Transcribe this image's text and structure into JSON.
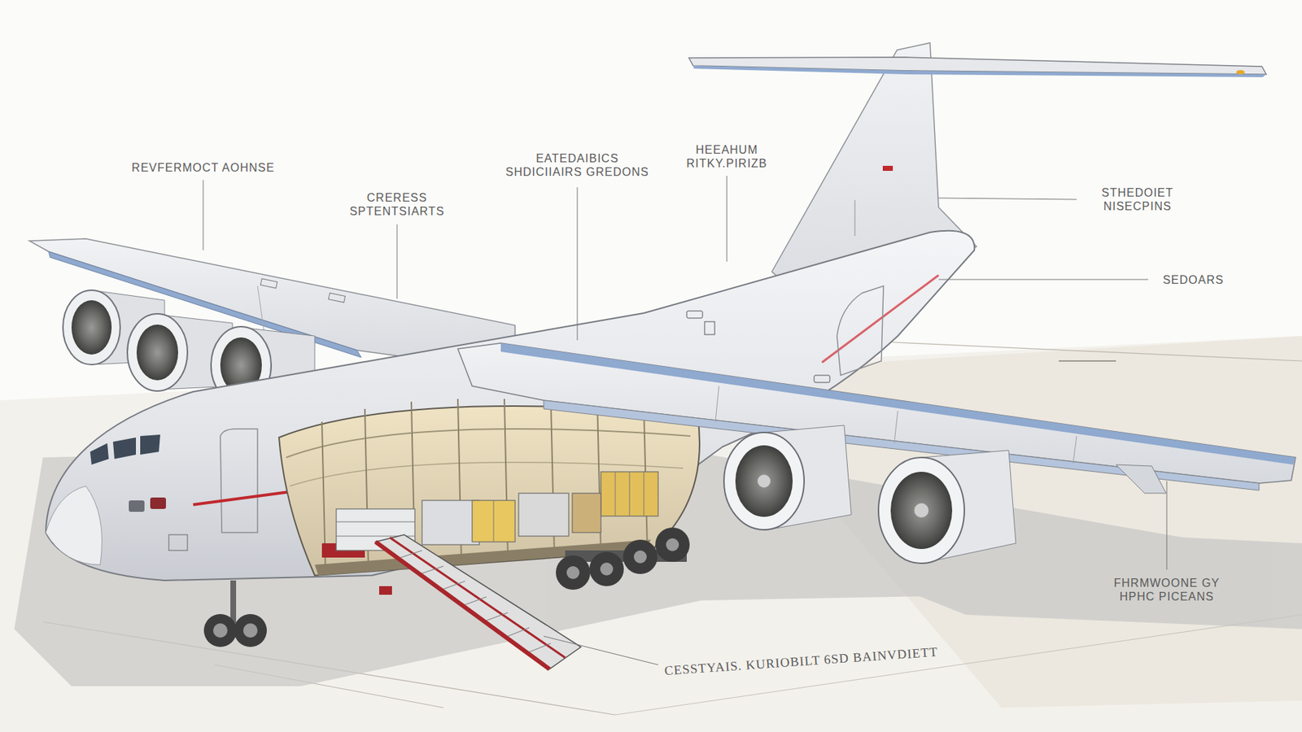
{
  "diagram": {
    "labels": [
      "REVFERMOCT AOHNSE",
      "CRERESS SPTENTSIARTS",
      "EATEDAIBICS SHDICIIAIRS GREDONS",
      "HEEAHUM RITKY.PIRIZB",
      "STHEDOIET NISECPINS",
      "SEDOARS",
      "FHRMWOONE GY HPHC PICEANS",
      "CESSTYAIS. KURIOBILT 6SD BAINVDIETT"
    ]
  }
}
